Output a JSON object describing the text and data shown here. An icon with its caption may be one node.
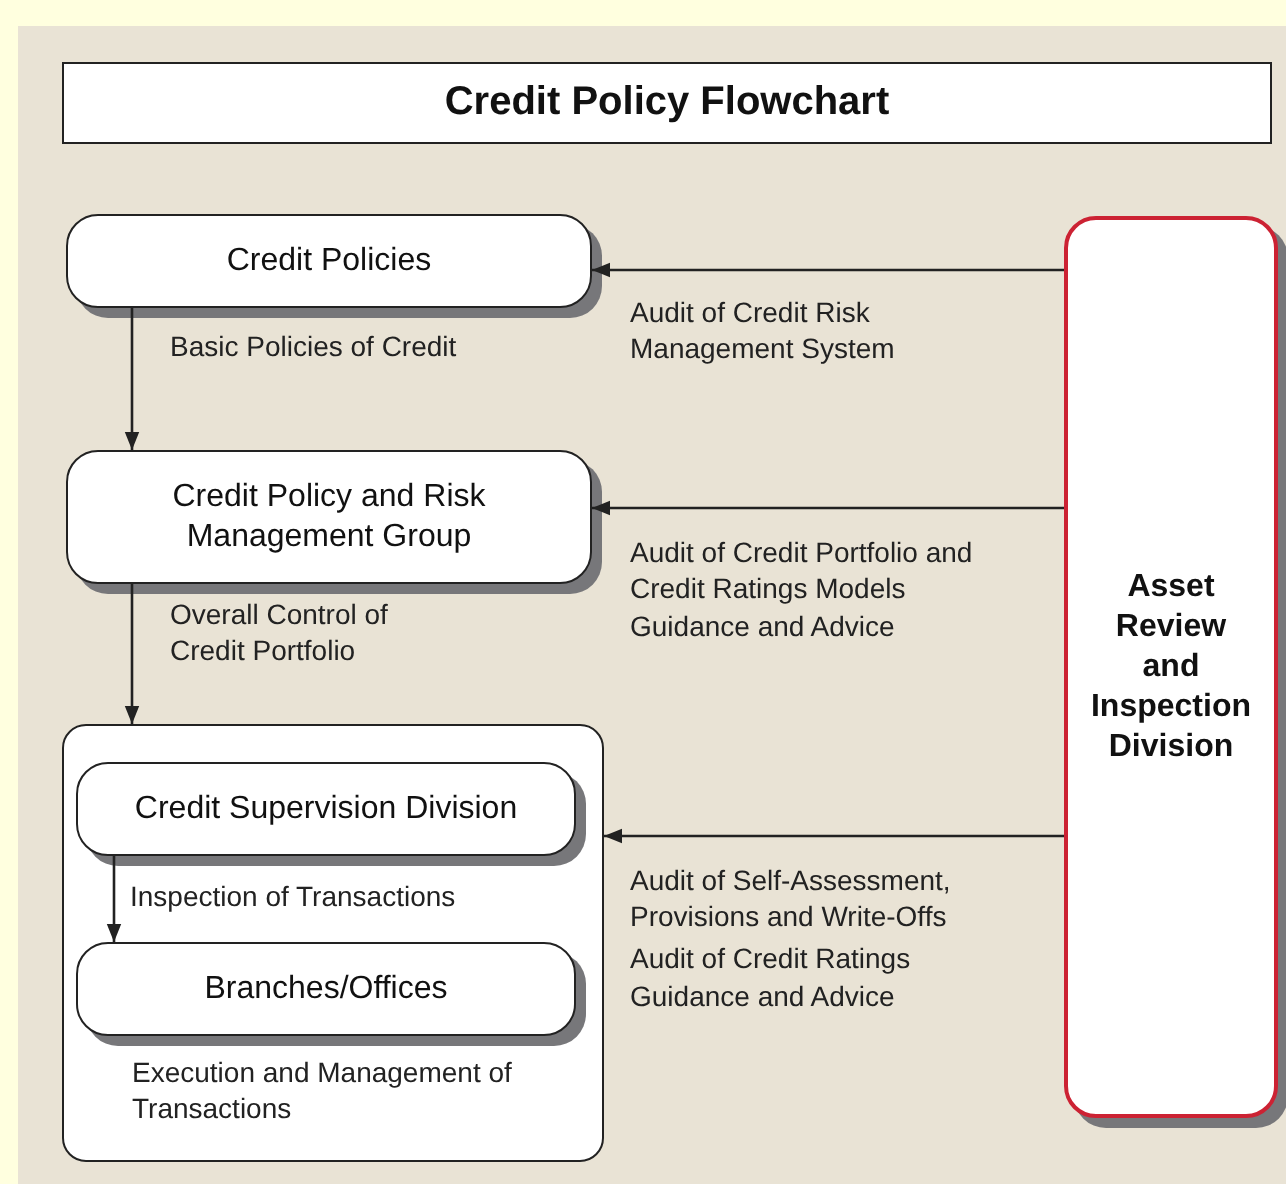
{
  "diagram": {
    "title": "Credit Policy Flowchart",
    "nodes": [
      {
        "text": [
          "Credit Policies"
        ]
      },
      {
        "text": [
          "Credit Policy and Risk Management Group"
        ]
      },
      {
        "text": [],
        "shape": "box"
      },
      {
        "text": [
          "Credit Supervision Division"
        ],
        "in": 2
      },
      {
        "text": [
          "Branches/Offices"
        ],
        "in": 2,
        "beside": [
          "Execution and Management of Transactions"
        ]
      },
      {
        "text": [
          "Asset Review and Inspection Division"
        ]
      }
    ],
    "edges": [
      {
        "from": 0,
        "to": 1,
        "arrow": "to",
        "label": "Basic Policies of Credit"
      },
      {
        "from": 1,
        "to": 2,
        "arrow": "to",
        "label": "Overall Control of Credit Portfolio"
      },
      {
        "from": 3,
        "to": 4,
        "arrow": "to",
        "label": "Inspection of Transactions"
      },
      {
        "from": 5,
        "to": 0,
        "arrow": "to",
        "label": "Audit of Credit Risk Management System"
      },
      {
        "from": 5,
        "to": 1,
        "arrow": "to",
        "label": "Audit of Credit Portfolio and Credit Ratings Models"
      },
      {
        "from": 5,
        "to": 2,
        "arrow": "to",
        "label": "Audit of Self-Assessment, Provisions and Write-Offs"
      }
    ],
    "labels": [
      "Guidance and Advice",
      "Audit of Credit Ratings",
      "Guidance and Advice"
    ]
  }
}
